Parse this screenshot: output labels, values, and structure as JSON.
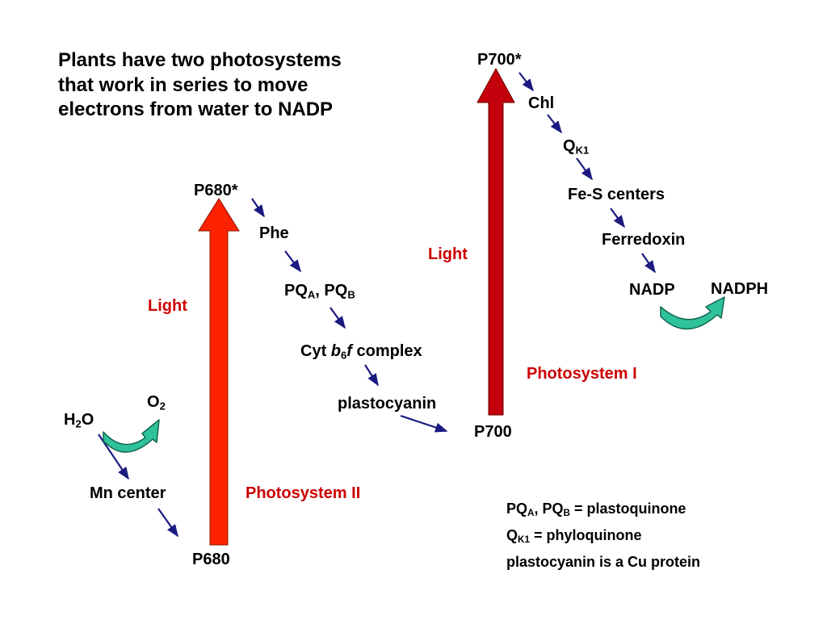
{
  "title": {
    "lines": [
      "Plants have two photosystems",
      "that work in series to move",
      "electrons from water to NADP"
    ]
  },
  "psii": {
    "top_label": "P680*",
    "bottom_label": "P680",
    "light_label": "Light",
    "system_label": "Photosystem II",
    "carriers": {
      "phe": "Phe",
      "pq_a_main": "PQ",
      "pq_a_sub": "A",
      "pq_sep": ", PQ",
      "pq_b_sub": "B",
      "cyt_pre": "Cyt ",
      "cyt_b": "b",
      "cyt_6": "6",
      "cyt_f": "f",
      "cyt_post": " complex",
      "plastocyanin": "plastocyanin"
    },
    "water": {
      "h": "H",
      "h_sub": "2",
      "o": "O",
      "o2": "O",
      "o2_sub": "2",
      "mn_center": "Mn center"
    }
  },
  "psi": {
    "top_label": "P700*",
    "bottom_label": "P700",
    "light_label": "Light",
    "system_label": "Photosystem I",
    "carriers": {
      "chl": "Chl",
      "qk1_main": "Q",
      "qk1_sub": "K1",
      "fes": "Fe-S centers",
      "ferredoxin": "Ferredoxin",
      "nadp": "NADP",
      "nadph": "NADPH"
    }
  },
  "notes": {
    "line1_pqa": "PQ",
    "line1_a": "A",
    "line1_mid": ", PQ",
    "line1_b": "B",
    "line1_end": " = plastoquinone",
    "line2_q": "Q",
    "line2_k1": "K1",
    "line2_end": " = phyloquinone",
    "line3": "plastocyanin is a Cu protein"
  },
  "colors": {
    "psii_arrow": "#ff2200",
    "psi_arrow": "#c4000c",
    "electron_arrow": "#1a1a80",
    "cycle_arrow": "#2fc29a",
    "red_text": "#cc0000"
  }
}
